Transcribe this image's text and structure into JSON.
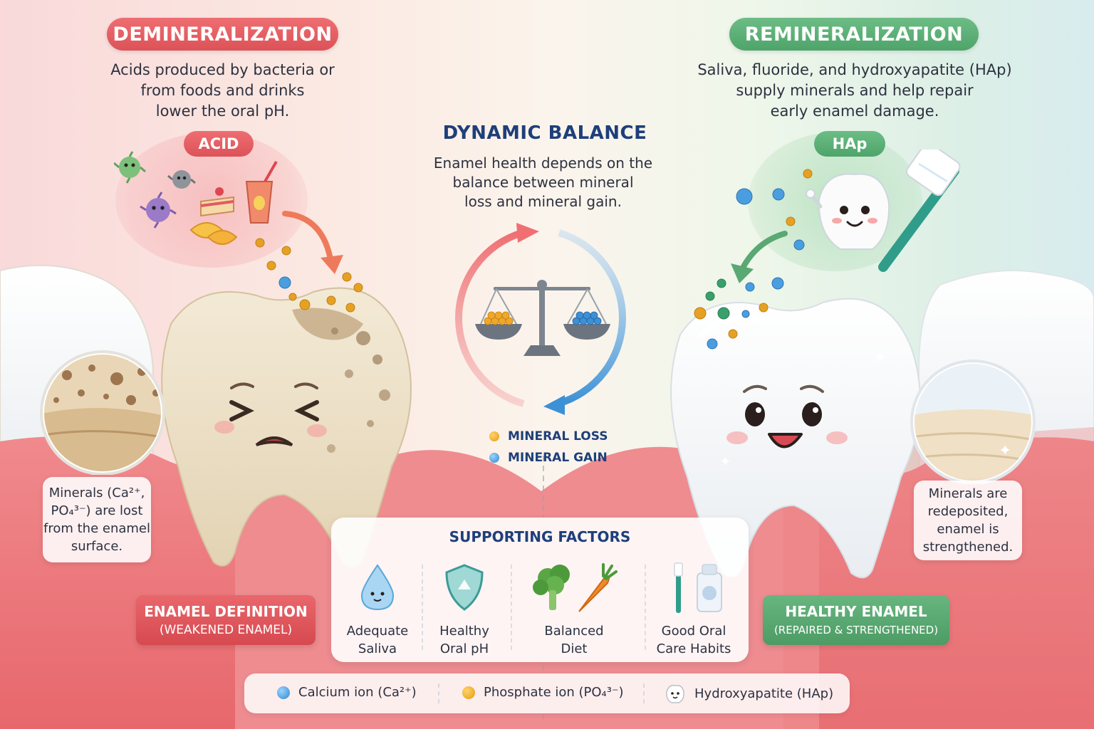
{
  "left": {
    "title": "DEMINERALIZATION",
    "description": [
      "Acids produced by bacteria or",
      "from foods and drinks",
      "lower the oral pH."
    ],
    "bubble_label": "ACID",
    "callout": [
      "Minerals (Ca²⁺,",
      "PO₄³⁻) are lost",
      "from the enamel",
      "surface."
    ],
    "banner_line1": "ENAMEL DEFINITION",
    "banner_line2": "(WEAKENED ENAMEL)"
  },
  "right": {
    "title": "REMINERALIZATION",
    "description": [
      "Saliva, fluoride, and hydroxyapatite (HAp)",
      "supply minerals and help repair",
      "early enamel damage."
    ],
    "bubble_label": "HAp",
    "callout": [
      "Minerals are",
      "redeposited,",
      "enamel is",
      "strengthened."
    ],
    "banner_line1": "HEALTHY ENAMEL",
    "banner_line2": "(REPAIRED & STRENGTHENED)"
  },
  "center": {
    "title": "DYNAMIC BALANCE",
    "description": [
      "Enamel health depends on the",
      "balance between mineral",
      "loss and mineral gain."
    ],
    "legend": [
      {
        "label": "MINERAL LOSS",
        "color": "#e8a21c"
      },
      {
        "label": "MINERAL GAIN",
        "color": "#3c90d6"
      }
    ]
  },
  "factors": {
    "title": "SUPPORTING FACTORS",
    "items": [
      {
        "label": [
          "Adequate",
          "Saliva"
        ],
        "icon": "water-drop-icon"
      },
      {
        "label": [
          "Healthy",
          "Oral pH"
        ],
        "icon": "shield-icon"
      },
      {
        "label": [
          "Balanced",
          "Diet"
        ],
        "icon": "vegetables-icon"
      },
      {
        "label": [
          "Good Oral",
          "Care Habits"
        ],
        "icon": "toothbrush-mouthwash-icon"
      }
    ]
  },
  "bottom_legend": [
    {
      "label": "Calcium ion (Ca²⁺)",
      "icon": "calcium-ion-icon"
    },
    {
      "label": "Phosphate ion (PO₄³⁻)",
      "icon": "phosphate-ion-icon"
    },
    {
      "label": "Hydroxyapatite (HAp)",
      "icon": "hydroxyapatite-icon"
    }
  ],
  "colors": {
    "red": "#dc5257",
    "green": "#4ea46a",
    "navy": "#1e3f7a",
    "orange_ion": "#e8a21c",
    "blue_ion": "#3c90d6"
  }
}
